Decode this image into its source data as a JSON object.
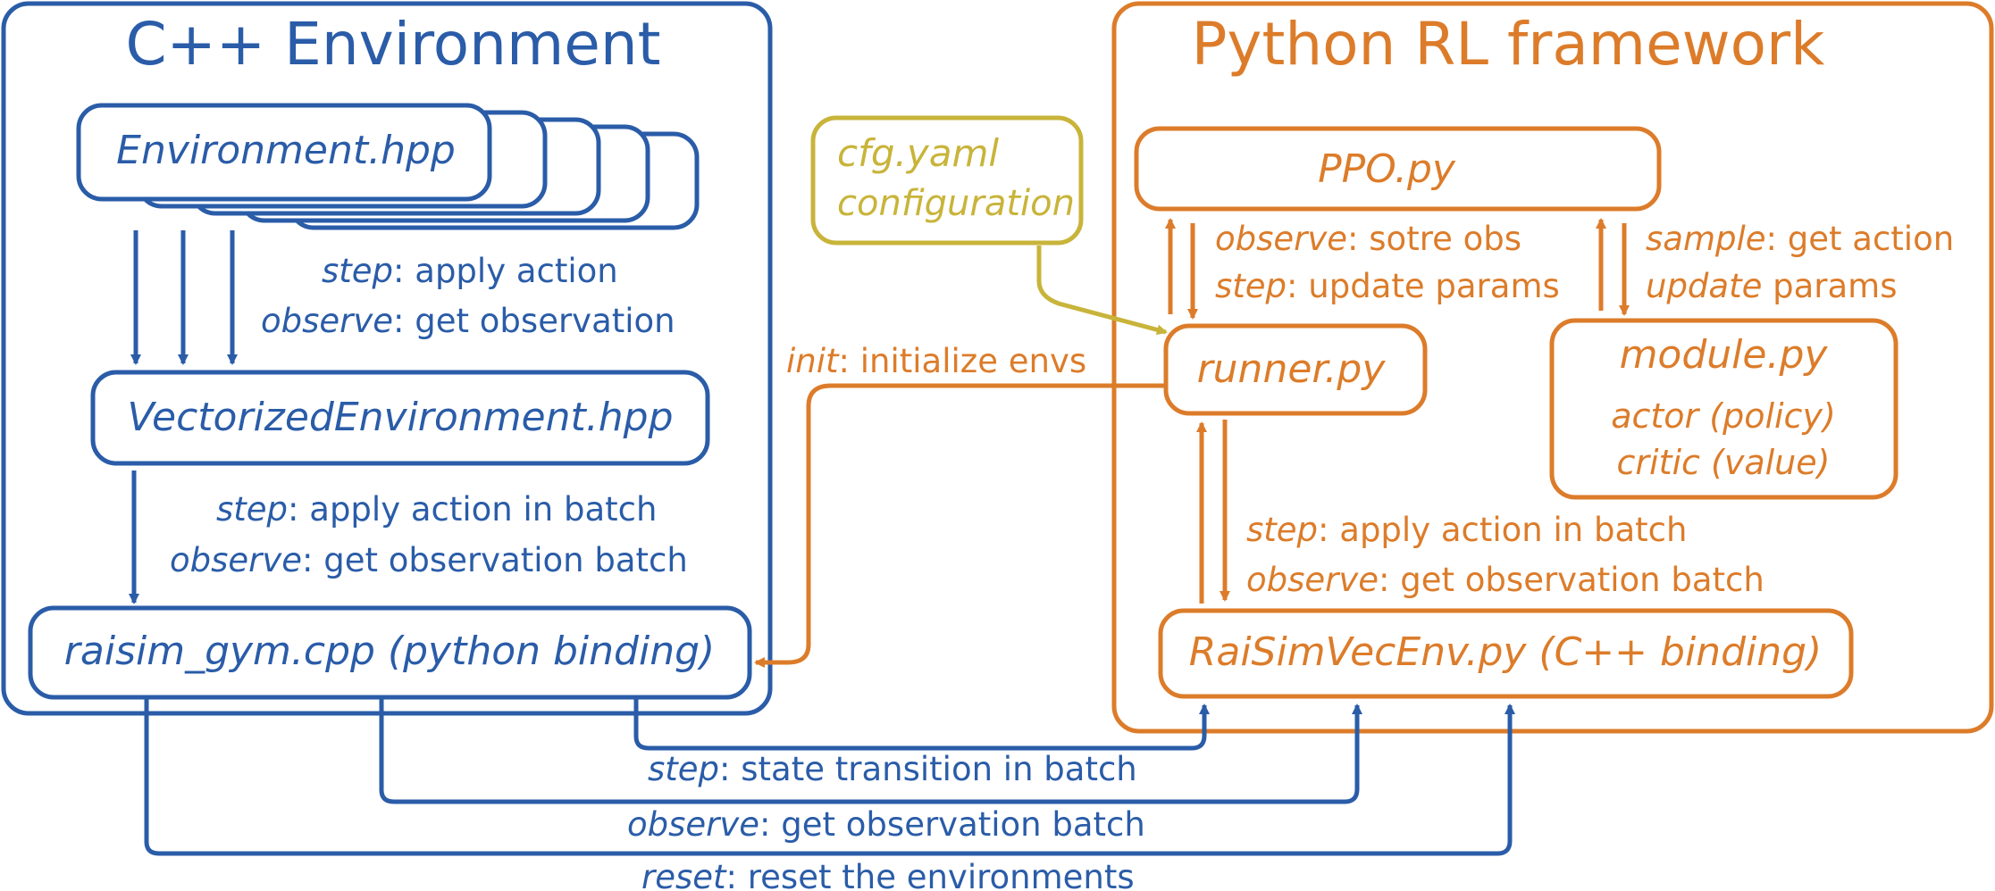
{
  "colors": {
    "cpp": "#2a5ca8",
    "python": "#dc7c2a",
    "config": "#c8b43a",
    "background": "#ffffff"
  },
  "cpp_env": {
    "title": "C++ Environment",
    "environment_file": "Environment.hpp",
    "env_edge": {
      "step_key": "step",
      "step_text": ": apply action",
      "observe_key": "observe",
      "observe_text": ": get observation"
    },
    "vectorized_file": "VectorizedEnvironment.hpp",
    "vec_edge": {
      "step_key": "step",
      "step_text": ": apply action in batch",
      "observe_key": "observe",
      "observe_text": ": get observation batch"
    },
    "binding_file": "raisim_gym.cpp (python binding)"
  },
  "config": {
    "file": "cfg.yaml",
    "label": "configuration"
  },
  "init_edge": {
    "key": "init",
    "text": ": initialize envs"
  },
  "python_rl": {
    "title": "Python RL framework",
    "ppo_file": "PPO.py",
    "ppo_runner_edge": {
      "observe_key": "observe",
      "observe_text": ": sotre obs",
      "step_key": "step",
      "step_text": ": update params"
    },
    "ppo_module_edge": {
      "sample_key": "sample",
      "sample_text": ": get action",
      "update_key": "update",
      "update_text": " params"
    },
    "runner_file": "runner.py",
    "module_file": "module.py",
    "module_actor": "actor (policy)",
    "module_critic": "critic (value)",
    "runner_env_edge": {
      "step_key": "step",
      "step_text": ": apply action in batch",
      "observe_key": "observe",
      "observe_text": ": get observation batch"
    },
    "vecenv_file": "RaiSimVecEnv.py (C++ binding)"
  },
  "bottom_edges": {
    "step_key": "step",
    "step_text": ": state transition in batch",
    "observe_key": "observe",
    "observe_text": ": get observation batch",
    "reset_key": "reset",
    "reset_text": ": reset the environments"
  }
}
